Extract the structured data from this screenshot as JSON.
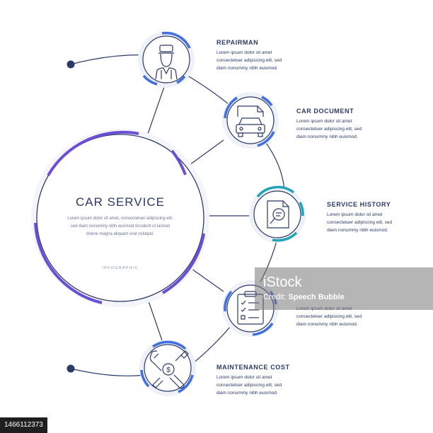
{
  "colors": {
    "navy": "#2b3a67",
    "purple": "#6a4fd6",
    "blue": "#3f6fe0",
    "teal": "#20a4b8",
    "ring_bg": "#eef1f8"
  },
  "main": {
    "title": "CAR SERVICE",
    "description_lines": [
      "Lorem ipsum dolor sit amet, consectetuer adipiscing elit,",
      "sed diam nonummy nibh euismod tincidunt ut laoreet",
      "dolore magna aliquam erat volutpat."
    ],
    "subtitle": "INFOGRAPHIC"
  },
  "items": [
    {
      "title": "REPAIRMAN",
      "icon": "repairman-icon",
      "description_lines": [
        "Lorem ipsum dolor sit amet",
        "consectetuer adipiscing elit, sed",
        "diam nonummy nibh euismod."
      ]
    },
    {
      "title": "CAR DOCUMENT",
      "icon": "car-document-icon",
      "description_lines": [
        "Lorem ipsum dolor sit amet",
        "consectetuer adipiscing elit, sed",
        "diam nonummy nibh euismod."
      ]
    },
    {
      "title": "SERVICE HISTORY",
      "icon": "document-search-icon",
      "description_lines": [
        "Lorem ipsum dolor sit amet",
        "consectetuer adipiscing elit, sed",
        "diam nonummy nibh euismod."
      ]
    },
    {
      "title": "",
      "icon": "clipboard-checklist-icon",
      "description_lines": [
        "Lorem ipsum dolor sit amet",
        "consectetuer adipiscing elit, sed",
        "diam nonummy nibh euismod."
      ]
    },
    {
      "title": "MAINTENANCE COST",
      "icon": "tools-dollar-icon",
      "description_lines": [
        "Lorem ipsum dolor sit amet",
        "consectetuer adipiscing elit, sed",
        "diam nonummy nibh euismod."
      ]
    }
  ],
  "watermark": {
    "brand": "iStock",
    "credit_prefix": "Credit:",
    "credit_name": "Speech Bubble"
  },
  "image_id": "1466112373"
}
